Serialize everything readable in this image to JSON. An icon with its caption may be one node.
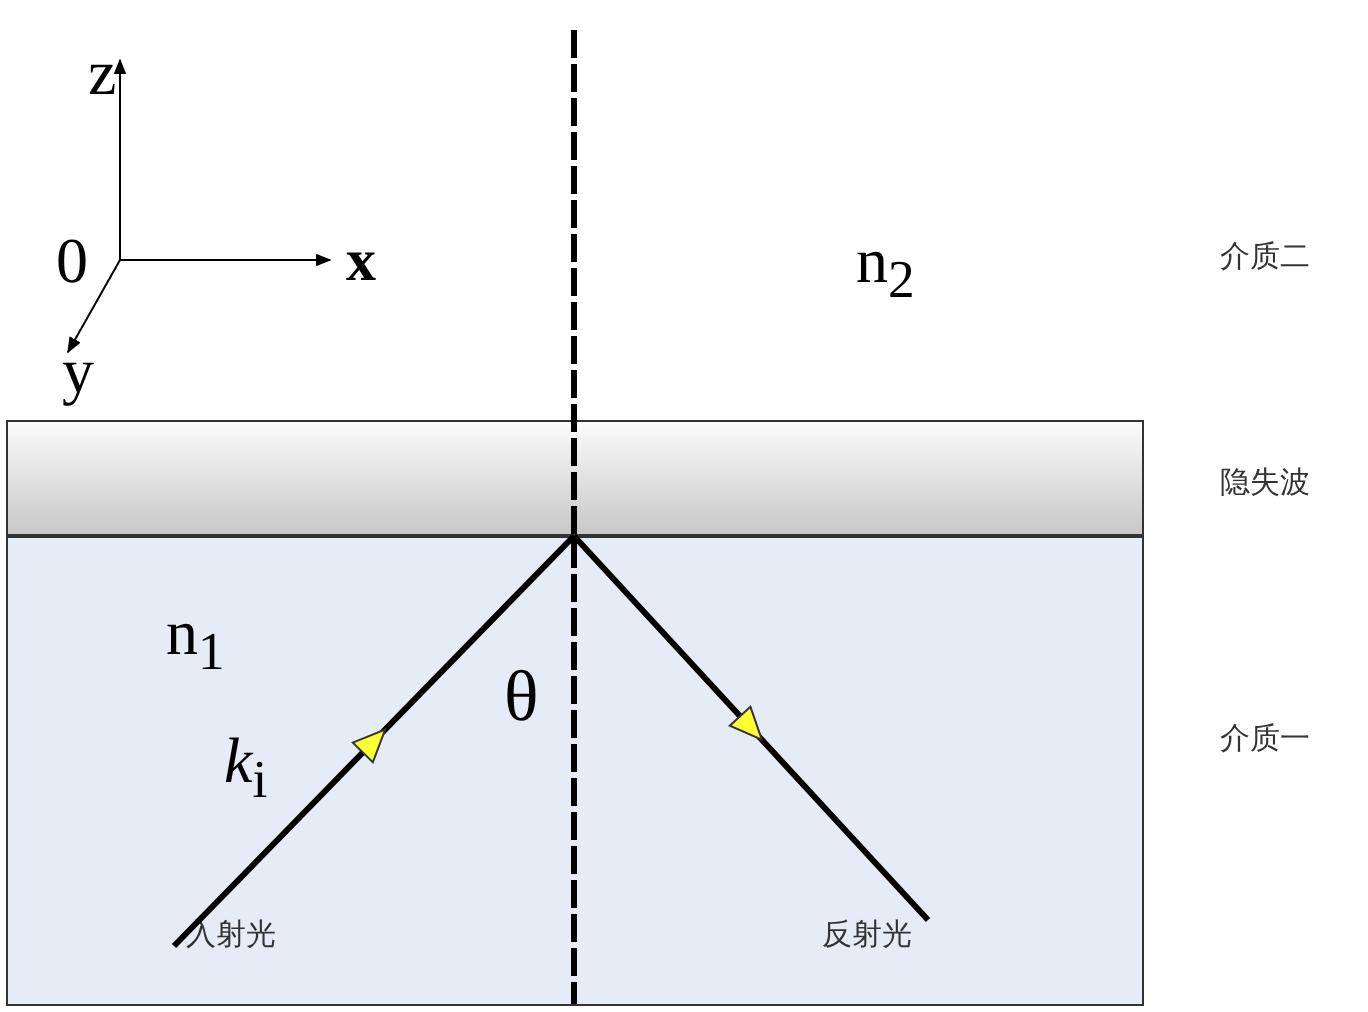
{
  "diagram": {
    "nodes": [
      {
        "text": [],
        "shape": "box"
      },
      {
        "text": [],
        "shape": "box"
      },
      {
        "text": [
          "入射光"
        ],
        "in": 1
      },
      {
        "text": [
          "反射光"
        ],
        "in": 1
      }
    ],
    "edges": [
      {
        "from": 2,
        "to": 0,
        "arrow": "to"
      },
      {
        "from": 0,
        "to": 3,
        "arrow": "to"
      }
    ],
    "labels": [
      "z",
      "0",
      "x",
      "n$_{2}$",
      "介质二",
      "y",
      "隐失波",
      "n$_{1}$",
      "θ",
      "*k*$_{i}$",
      "介质一"
    ]
  }
}
